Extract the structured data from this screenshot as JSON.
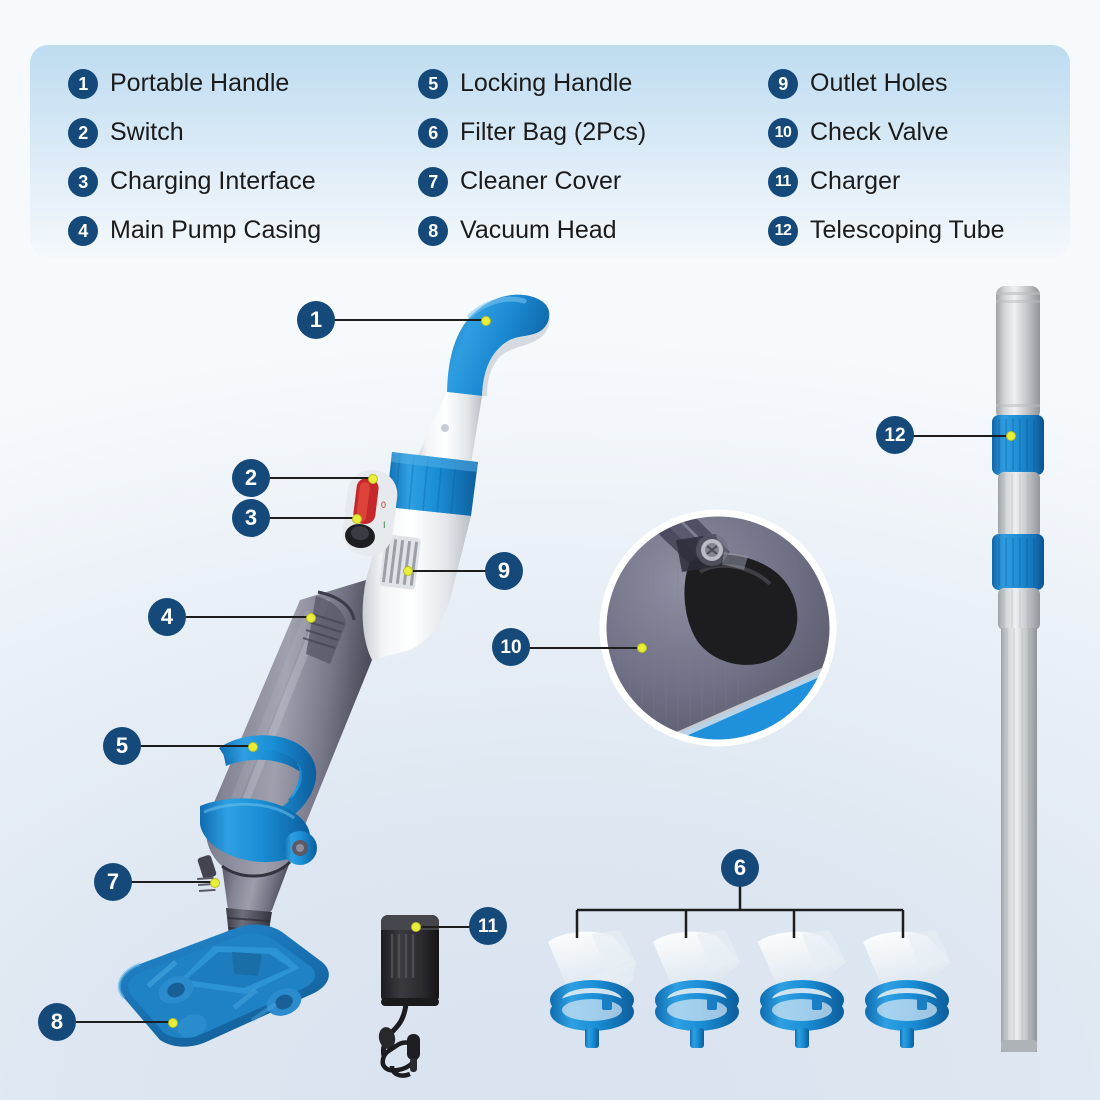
{
  "legend": {
    "columns": [
      {
        "items": [
          {
            "num": "1",
            "label": "Portable Handle"
          },
          {
            "num": "2",
            "label": "Switch"
          },
          {
            "num": "3",
            "label": "Charging Interface"
          },
          {
            "num": "4",
            "label": "Main Pump Casing"
          }
        ]
      },
      {
        "items": [
          {
            "num": "5",
            "label": "Locking Handle"
          },
          {
            "num": "6",
            "label": "Filter Bag (2Pcs)"
          },
          {
            "num": "7",
            "label": "Cleaner Cover"
          },
          {
            "num": "8",
            "label": "Vacuum Head"
          }
        ]
      },
      {
        "items": [
          {
            "num": "9",
            "label": "Outlet Holes"
          },
          {
            "num": "10",
            "label": "Check Valve"
          },
          {
            "num": "11",
            "label": "Charger"
          },
          {
            "num": "12",
            "label": "Telescoping Tube"
          }
        ]
      }
    ]
  },
  "callouts": {
    "c1": "1",
    "c2": "2",
    "c3": "3",
    "c4": "4",
    "c5": "5",
    "c6": "6",
    "c7": "7",
    "c8": "8",
    "c9": "9",
    "c10": "10",
    "c11": "11",
    "c12": "12"
  },
  "colors": {
    "badge_navy": "#15497a",
    "accent_blue": "#1b8ed6",
    "handle_blue": "#1a8fd8",
    "head_blue": "#1873b8",
    "dot_yellow": "#e8ee3c",
    "leader_line": "#1d1d1d",
    "panel_top": "#bedcf0",
    "panel_bottom": "#f3f8fc",
    "tube_grey": "#c9cdd1",
    "canister_grey": "#6a6a78",
    "charger_black": "#2b2b2f"
  },
  "parts": {
    "portable_handle": "portable-handle",
    "switch": "power-switch",
    "charging_interface": "charging-port",
    "main_pump_casing": "main-pump-casing",
    "locking_handle": "locking-handle",
    "filter_bag": "filter-bag",
    "cleaner_cover": "cleaner-cover",
    "vacuum_head": "vacuum-head",
    "outlet_holes": "outlet-holes",
    "check_valve": "check-valve",
    "charger": "charger-adapter",
    "telescoping_tube": "telescoping-tube",
    "filter_bag_count": 4
  }
}
